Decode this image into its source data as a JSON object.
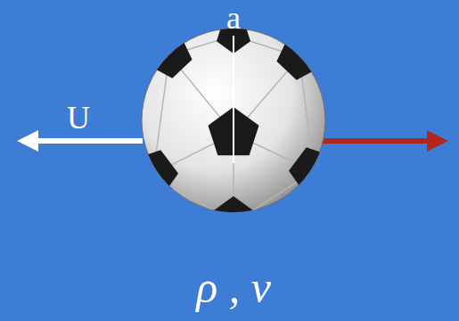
{
  "diagram": {
    "labels": [
      "a",
      "U",
      "ρ , ν"
    ]
  }
}
